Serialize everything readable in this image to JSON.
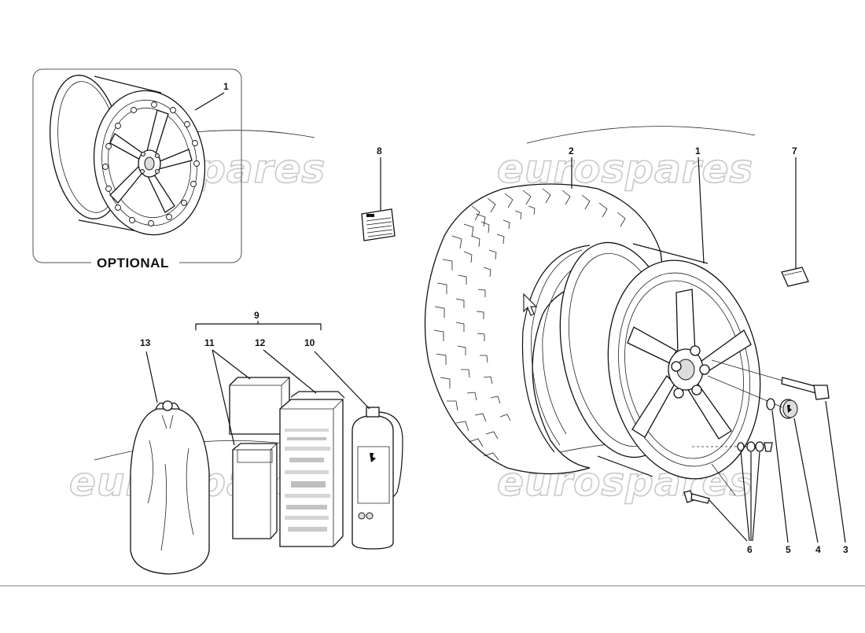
{
  "diagram": {
    "optional_label": "OPTIONAL",
    "watermark_text": "eurospares",
    "callouts": {
      "c1_optional": "1",
      "c1_main": "1",
      "c2": "2",
      "c3": "3",
      "c4": "4",
      "c5": "5",
      "c6": "6",
      "c7": "7",
      "c8": "8",
      "c9": "9",
      "c10": "10",
      "c11": "11",
      "c12": "12",
      "c13": "13"
    }
  },
  "colors": {
    "line": "#111111",
    "watermark_outline": "#c9c9c9",
    "divider": "#bdbdbd",
    "background": "#ffffff"
  },
  "icons": {
    "cursor": "mouse-pointer-icon"
  }
}
